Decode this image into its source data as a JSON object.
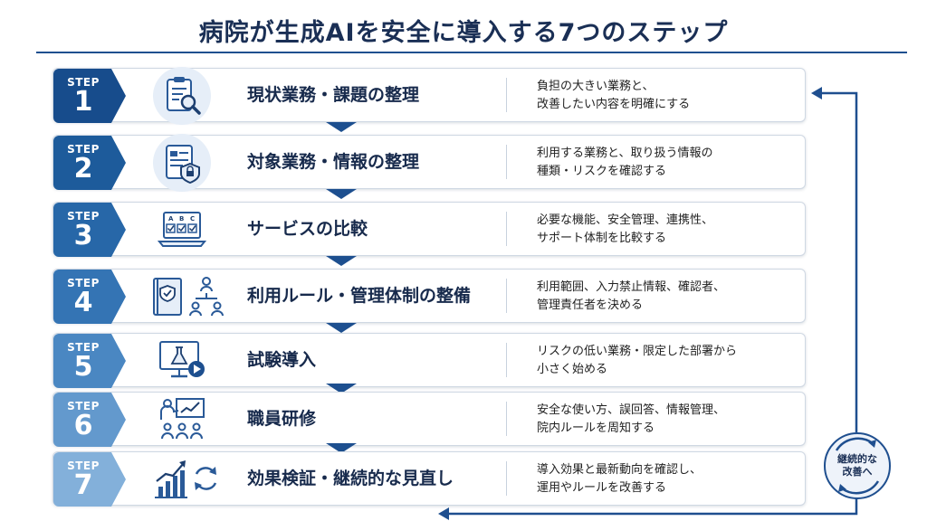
{
  "title": "病院が生成AIを安全に導入する7つのステップ",
  "step_word": "STEP",
  "steps": [
    {
      "num": "1",
      "title": "現状業務・課題の整理",
      "desc1": "負担の大きい業務と、",
      "desc2": "改善したい内容を明確にする",
      "color": "#174c8c",
      "icon": "clipboard-search-icon"
    },
    {
      "num": "2",
      "title": "対象業務・情報の整理",
      "desc1": "利用する業務と、取り扱う情報の",
      "desc2": "種類・リスクを確認する",
      "color": "#1d5b9b",
      "icon": "document-lock-icon"
    },
    {
      "num": "3",
      "title": "サービスの比較",
      "desc1": "必要な機能、安全管理、連携性、",
      "desc2": "サポート体制を比較する",
      "color": "#2767a8",
      "icon": "laptop-checklist-icon"
    },
    {
      "num": "4",
      "title": "利用ルール・管理体制の整備",
      "desc1": "利用範囲、入力禁止情報、確認者、",
      "desc2": "管理責任者を決める",
      "color": "#3474b4",
      "icon": "rulebook-org-icon"
    },
    {
      "num": "5",
      "title": "試験導入",
      "desc1": "リスクの低い業務・限定した部署から",
      "desc2": "小さく始める",
      "color": "#4a87c2",
      "icon": "monitor-flask-play-icon"
    },
    {
      "num": "6",
      "title": "職員研修",
      "desc1": "安全な使い方、誤回答、情報管理、",
      "desc2": "院内ルールを周知する",
      "color": "#6399cd",
      "icon": "trainer-audience-icon"
    },
    {
      "num": "7",
      "title": "効果検証・継続的な見直し",
      "desc1": "導入効果と最新動向を確認し、",
      "desc2": "運用やルールを改善する",
      "color": "#83b0da",
      "icon": "growth-chart-refresh-icon"
    }
  ],
  "cycle": {
    "label": "継続的な\n改善へ"
  },
  "accent": "#1f4f8f"
}
